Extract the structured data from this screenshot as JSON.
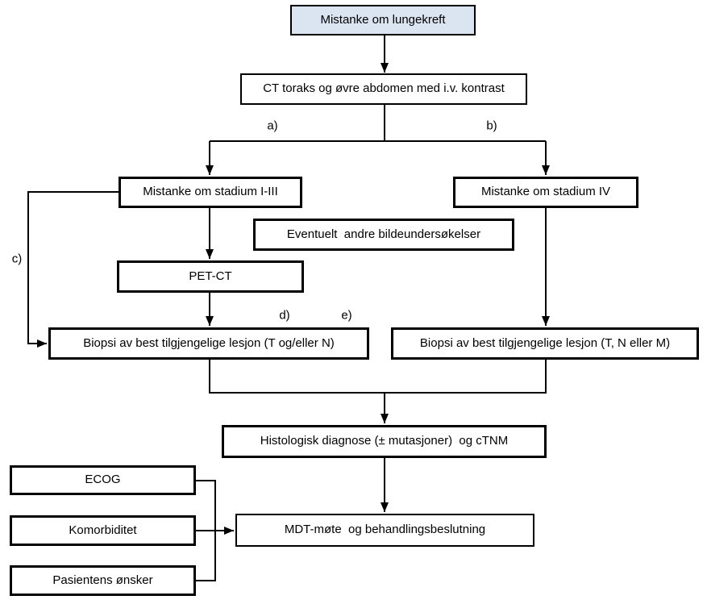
{
  "colors": {
    "start_fill": "#dbe5f1",
    "node_fill": "#ffffff",
    "line": "#000000",
    "text": "#000000"
  },
  "nodes": {
    "start": "Mistanke om lungekreft",
    "ct": "CT toraks og øvre abdomen med i.v. kontrast",
    "stadium13": "Mistanke om stadium I-III",
    "stadium4": "Mistanke om stadium IV",
    "other_imaging": "Eventuelt  andre bildeundersøkelser",
    "petct": "PET-CT",
    "biopsy_left": "Biopsi av best tilgjengelige lesjon (T og/eller N)",
    "biopsy_right": "Biopsi av best tilgjengelige lesjon (T, N eller M)",
    "histology": "Histologisk diagnose (± mutasjoner)  og cTNM",
    "ecog": "ECOG",
    "comorbidity": "Komorbiditet",
    "patient_wishes": "Pasientens ønsker",
    "mdt": "MDT-møte  og behandlingsbeslutning"
  },
  "annotations": {
    "a": "a)",
    "b": "b)",
    "c": "c)",
    "d": "d)",
    "e": "e)"
  }
}
